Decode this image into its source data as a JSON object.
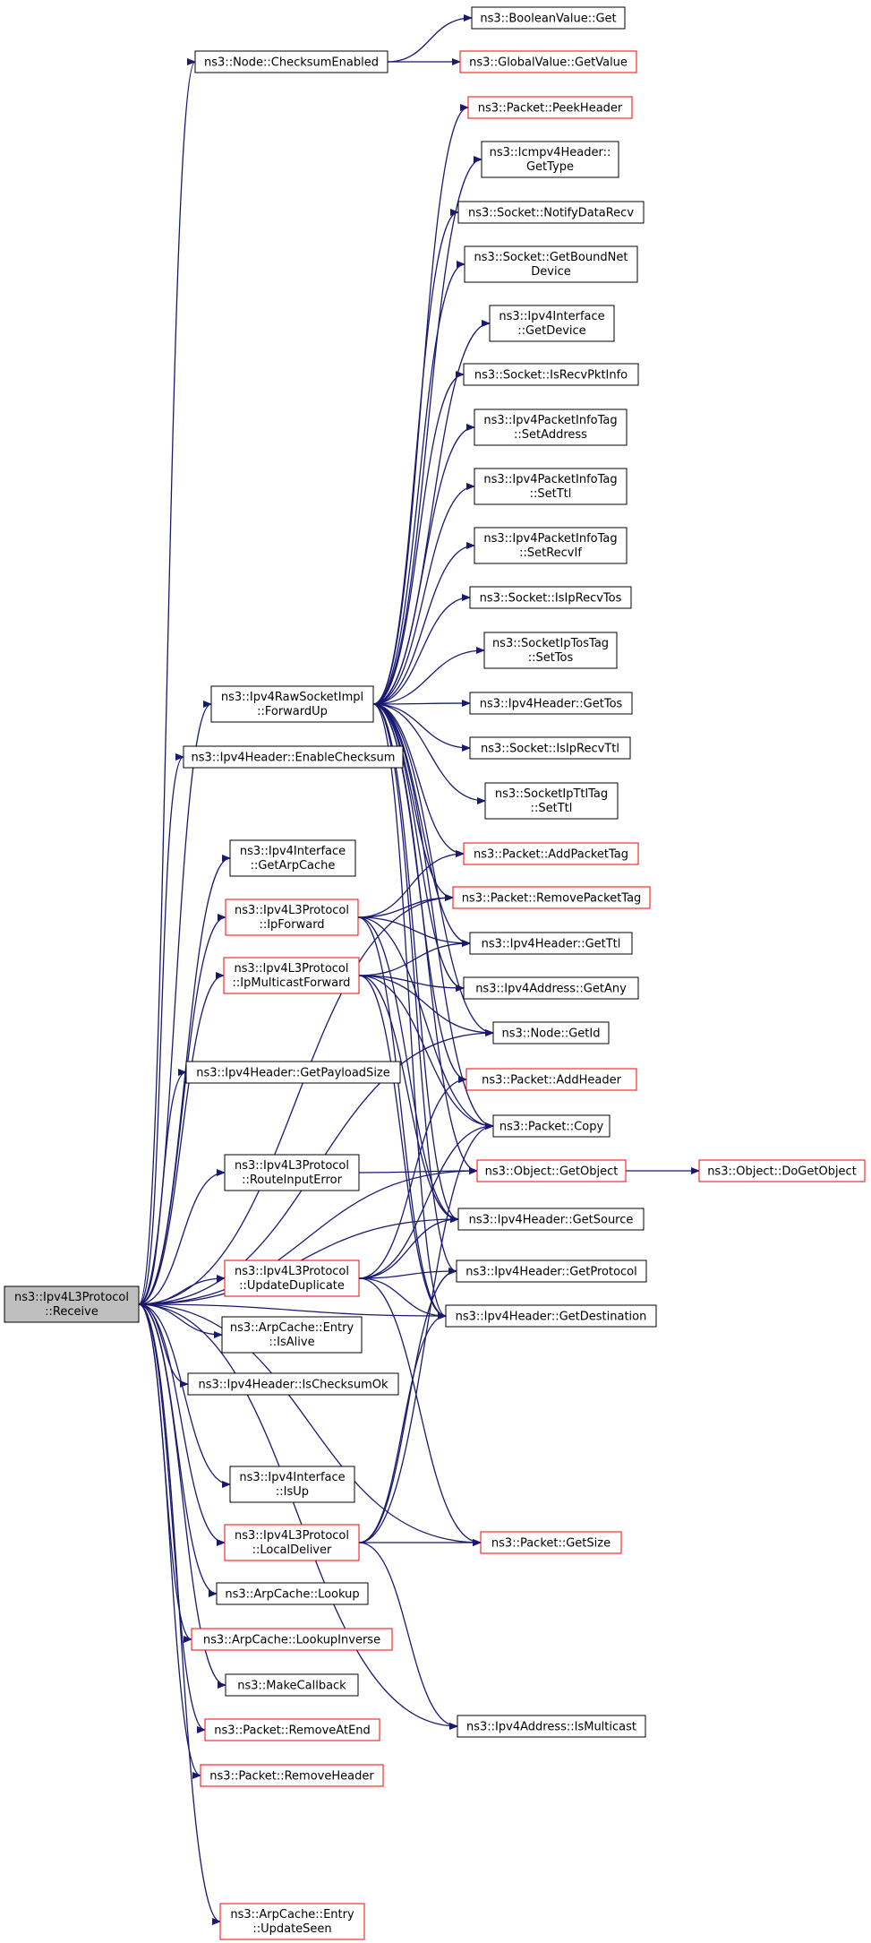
{
  "diagram": {
    "type": "call-graph",
    "colors": {
      "edge": "#191970",
      "node_border_black": "#000000",
      "node_border_red": "#ff0000",
      "root_fill": "#bfbfbf"
    },
    "nodes": [
      {
        "id": "receive",
        "lines": [
          "ns3::Ipv4L3Protocol",
          "::Receive"
        ],
        "style": "root"
      },
      {
        "id": "checksum_enabled",
        "lines": [
          "ns3::Node::ChecksumEnabled"
        ],
        "style": "black"
      },
      {
        "id": "boolean_get",
        "lines": [
          "ns3::BooleanValue::Get"
        ],
        "style": "black"
      },
      {
        "id": "global_getvalue",
        "lines": [
          "ns3::GlobalValue::GetValue"
        ],
        "style": "red"
      },
      {
        "id": "packet_peekheader",
        "lines": [
          "ns3::Packet::PeekHeader"
        ],
        "style": "red"
      },
      {
        "id": "icmpv4_gettype",
        "lines": [
          "ns3::Icmpv4Header::",
          "GetType"
        ],
        "style": "black"
      },
      {
        "id": "socket_notifydatarecv",
        "lines": [
          "ns3::Socket::NotifyDataRecv"
        ],
        "style": "black"
      },
      {
        "id": "socket_getboundnetdevice",
        "lines": [
          "ns3::Socket::GetBoundNet",
          "Device"
        ],
        "style": "black"
      },
      {
        "id": "ipv4if_getdevice",
        "lines": [
          "ns3::Ipv4Interface",
          "::GetDevice"
        ],
        "style": "black"
      },
      {
        "id": "socket_isrecvpktinfo",
        "lines": [
          "ns3::Socket::IsRecvPktInfo"
        ],
        "style": "black"
      },
      {
        "id": "pktinfotag_setaddress",
        "lines": [
          "ns3::Ipv4PacketInfoTag",
          "::SetAddress"
        ],
        "style": "black"
      },
      {
        "id": "pktinfotag_setttl",
        "lines": [
          "ns3::Ipv4PacketInfoTag",
          "::SetTtl"
        ],
        "style": "black"
      },
      {
        "id": "pktinfotag_setrecvif",
        "lines": [
          "ns3::Ipv4PacketInfoTag",
          "::SetRecvIf"
        ],
        "style": "black"
      },
      {
        "id": "socket_isiprecvtos",
        "lines": [
          "ns3::Socket::IsIpRecvTos"
        ],
        "style": "black"
      },
      {
        "id": "socketiptostag_settos",
        "lines": [
          "ns3::SocketIpTosTag",
          "::SetTos"
        ],
        "style": "black"
      },
      {
        "id": "rawsocket_forwardup",
        "lines": [
          "ns3::Ipv4RawSocketImpl",
          "::ForwardUp"
        ],
        "style": "black"
      },
      {
        "id": "ipv4header_gettos",
        "lines": [
          "ns3::Ipv4Header::GetTos"
        ],
        "style": "black"
      },
      {
        "id": "socket_isiprecvttl",
        "lines": [
          "ns3::Socket::IsIpRecvTtl"
        ],
        "style": "black"
      },
      {
        "id": "ipv4header_enablechecksum",
        "lines": [
          "ns3::Ipv4Header::EnableChecksum"
        ],
        "style": "black"
      },
      {
        "id": "socketipttltag_setttl",
        "lines": [
          "ns3::SocketIpTtlTag",
          "::SetTtl"
        ],
        "style": "black"
      },
      {
        "id": "ipv4if_getarpcache",
        "lines": [
          "ns3::Ipv4Interface",
          "::GetArpCache"
        ],
        "style": "black"
      },
      {
        "id": "packet_addpackettag",
        "lines": [
          "ns3::Packet::AddPacketTag"
        ],
        "style": "red"
      },
      {
        "id": "ipforward",
        "lines": [
          "ns3::Ipv4L3Protocol",
          "::IpForward"
        ],
        "style": "red"
      },
      {
        "id": "packet_removepackettag",
        "lines": [
          "ns3::Packet::RemovePacketTag"
        ],
        "style": "red"
      },
      {
        "id": "ipv4header_getttl",
        "lines": [
          "ns3::Ipv4Header::GetTtl"
        ],
        "style": "black"
      },
      {
        "id": "ipmulticastforward",
        "lines": [
          "ns3::Ipv4L3Protocol",
          "::IpMulticastForward"
        ],
        "style": "red"
      },
      {
        "id": "ipv4address_getany",
        "lines": [
          "ns3::Ipv4Address::GetAny"
        ],
        "style": "black"
      },
      {
        "id": "node_getid",
        "lines": [
          "ns3::Node::GetId"
        ],
        "style": "black"
      },
      {
        "id": "ipv4header_getpayloadsize",
        "lines": [
          "ns3::Ipv4Header::GetPayloadSize"
        ],
        "style": "black"
      },
      {
        "id": "packet_addheader",
        "lines": [
          "ns3::Packet::AddHeader"
        ],
        "style": "red"
      },
      {
        "id": "packet_copy",
        "lines": [
          "ns3::Packet::Copy"
        ],
        "style": "black"
      },
      {
        "id": "routeinputerror",
        "lines": [
          "ns3::Ipv4L3Protocol",
          "::RouteInputError"
        ],
        "style": "black"
      },
      {
        "id": "object_getobject",
        "lines": [
          "ns3::Object::GetObject"
        ],
        "style": "red"
      },
      {
        "id": "object_dogetobject",
        "lines": [
          "ns3::Object::DoGetObject"
        ],
        "style": "red"
      },
      {
        "id": "ipv4header_getsource",
        "lines": [
          "ns3::Ipv4Header::GetSource"
        ],
        "style": "black"
      },
      {
        "id": "updateduplicate",
        "lines": [
          "ns3::Ipv4L3Protocol",
          "::UpdateDuplicate"
        ],
        "style": "red"
      },
      {
        "id": "ipv4header_getprotocol",
        "lines": [
          "ns3::Ipv4Header::GetProtocol"
        ],
        "style": "black"
      },
      {
        "id": "ipv4header_getdestination",
        "lines": [
          "ns3::Ipv4Header::GetDestination"
        ],
        "style": "black"
      },
      {
        "id": "arpentry_isalive",
        "lines": [
          "ns3::ArpCache::Entry",
          "::IsAlive"
        ],
        "style": "black"
      },
      {
        "id": "ipv4header_ischecksumok",
        "lines": [
          "ns3::Ipv4Header::IsChecksumOk"
        ],
        "style": "black"
      },
      {
        "id": "ipv4if_isup",
        "lines": [
          "ns3::Ipv4Interface",
          "::IsUp"
        ],
        "style": "black"
      },
      {
        "id": "localdeliver",
        "lines": [
          "ns3::Ipv4L3Protocol",
          "::LocalDeliver"
        ],
        "style": "red"
      },
      {
        "id": "packet_getsize",
        "lines": [
          "ns3::Packet::GetSize"
        ],
        "style": "red"
      },
      {
        "id": "arpcache_lookup",
        "lines": [
          "ns3::ArpCache::Lookup"
        ],
        "style": "black"
      },
      {
        "id": "arpcache_lookupinverse",
        "lines": [
          "ns3::ArpCache::LookupInverse"
        ],
        "style": "red"
      },
      {
        "id": "makecallback",
        "lines": [
          "ns3::MakeCallback"
        ],
        "style": "black"
      },
      {
        "id": "ipv4address_ismulticast",
        "lines": [
          "ns3::Ipv4Address::IsMulticast"
        ],
        "style": "black"
      },
      {
        "id": "packet_removeatend",
        "lines": [
          "ns3::Packet::RemoveAtEnd"
        ],
        "style": "red"
      },
      {
        "id": "packet_removeheader",
        "lines": [
          "ns3::Packet::RemoveHeader"
        ],
        "style": "red"
      },
      {
        "id": "arpentry_updateseen",
        "lines": [
          "ns3::ArpCache::Entry",
          "::UpdateSeen"
        ],
        "style": "red"
      }
    ],
    "edges": [
      [
        "receive",
        "checksum_enabled"
      ],
      [
        "checksum_enabled",
        "boolean_get"
      ],
      [
        "checksum_enabled",
        "global_getvalue"
      ],
      [
        "receive",
        "rawsocket_forwardup"
      ],
      [
        "rawsocket_forwardup",
        "packet_peekheader"
      ],
      [
        "rawsocket_forwardup",
        "icmpv4_gettype"
      ],
      [
        "rawsocket_forwardup",
        "socket_notifydatarecv"
      ],
      [
        "rawsocket_forwardup",
        "socket_getboundnetdevice"
      ],
      [
        "rawsocket_forwardup",
        "ipv4if_getdevice"
      ],
      [
        "rawsocket_forwardup",
        "socket_isrecvpktinfo"
      ],
      [
        "rawsocket_forwardup",
        "pktinfotag_setaddress"
      ],
      [
        "rawsocket_forwardup",
        "pktinfotag_setttl"
      ],
      [
        "rawsocket_forwardup",
        "pktinfotag_setrecvif"
      ],
      [
        "rawsocket_forwardup",
        "socket_isiprecvtos"
      ],
      [
        "rawsocket_forwardup",
        "socketiptostag_settos"
      ],
      [
        "rawsocket_forwardup",
        "ipv4header_gettos"
      ],
      [
        "rawsocket_forwardup",
        "socket_isiprecvttl"
      ],
      [
        "rawsocket_forwardup",
        "socketipttltag_setttl"
      ],
      [
        "rawsocket_forwardup",
        "packet_addpackettag"
      ],
      [
        "rawsocket_forwardup",
        "packet_removepackettag"
      ],
      [
        "rawsocket_forwardup",
        "ipv4header_getttl"
      ],
      [
        "rawsocket_forwardup",
        "ipv4address_getany"
      ],
      [
        "rawsocket_forwardup",
        "node_getid"
      ],
      [
        "rawsocket_forwardup",
        "packet_addheader"
      ],
      [
        "rawsocket_forwardup",
        "packet_copy"
      ],
      [
        "rawsocket_forwardup",
        "object_getobject"
      ],
      [
        "rawsocket_forwardup",
        "ipv4header_getsource"
      ],
      [
        "rawsocket_forwardup",
        "ipv4header_getprotocol"
      ],
      [
        "rawsocket_forwardup",
        "ipv4header_getdestination"
      ],
      [
        "receive",
        "ipv4header_enablechecksum"
      ],
      [
        "receive",
        "ipv4if_getarpcache"
      ],
      [
        "receive",
        "ipforward"
      ],
      [
        "ipforward",
        "packet_addpackettag"
      ],
      [
        "ipforward",
        "packet_removepackettag"
      ],
      [
        "ipforward",
        "ipv4header_getttl"
      ],
      [
        "ipforward",
        "packet_copy"
      ],
      [
        "ipforward",
        "ipv4header_getsource"
      ],
      [
        "ipforward",
        "ipv4header_getdestination"
      ],
      [
        "receive",
        "ipmulticastforward"
      ],
      [
        "ipmulticastforward",
        "ipv4header_getttl"
      ],
      [
        "ipmulticastforward",
        "ipv4address_getany"
      ],
      [
        "ipmulticastforward",
        "node_getid"
      ],
      [
        "ipmulticastforward",
        "packet_copy"
      ],
      [
        "ipmulticastforward",
        "ipv4header_getsource"
      ],
      [
        "ipmulticastforward",
        "ipv4header_getdestination"
      ],
      [
        "receive",
        "packet_removepackettag"
      ],
      [
        "receive",
        "node_getid"
      ],
      [
        "receive",
        "ipv4header_getpayloadsize"
      ],
      [
        "receive",
        "object_getobject"
      ],
      [
        "receive",
        "routeinputerror"
      ],
      [
        "routeinputerror",
        "object_getobject"
      ],
      [
        "object_getobject",
        "object_dogetobject"
      ],
      [
        "receive",
        "ipv4header_getsource"
      ],
      [
        "receive",
        "updateduplicate"
      ],
      [
        "updateduplicate",
        "packet_addheader"
      ],
      [
        "updateduplicate",
        "packet_copy"
      ],
      [
        "updateduplicate",
        "ipv4header_getsource"
      ],
      [
        "updateduplicate",
        "ipv4header_getprotocol"
      ],
      [
        "updateduplicate",
        "ipv4header_getdestination"
      ],
      [
        "updateduplicate",
        "packet_getsize"
      ],
      [
        "receive",
        "arpentry_isalive"
      ],
      [
        "receive",
        "ipv4header_ischecksumok"
      ],
      [
        "receive",
        "ipv4header_getdestination"
      ],
      [
        "receive",
        "ipv4if_isup"
      ],
      [
        "receive",
        "localdeliver"
      ],
      [
        "localdeliver",
        "packet_copy"
      ],
      [
        "localdeliver",
        "ipv4header_getprotocol"
      ],
      [
        "localdeliver",
        "ipv4header_getdestination"
      ],
      [
        "localdeliver",
        "packet_getsize"
      ],
      [
        "localdeliver",
        "ipv4address_ismulticast"
      ],
      [
        "receive",
        "arpcache_lookup"
      ],
      [
        "receive",
        "arpcache_lookupinverse"
      ],
      [
        "receive",
        "makecallback"
      ],
      [
        "receive",
        "packet_removeatend"
      ],
      [
        "receive",
        "packet_removeheader"
      ],
      [
        "receive",
        "packet_getsize"
      ],
      [
        "receive",
        "ipv4address_ismulticast"
      ],
      [
        "receive",
        "arpentry_updateseen"
      ]
    ]
  }
}
